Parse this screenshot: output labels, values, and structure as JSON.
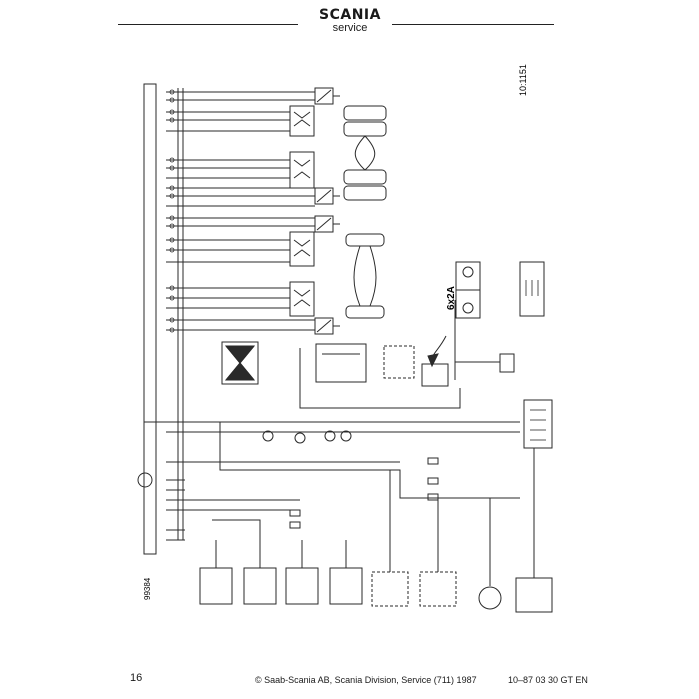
{
  "header": {
    "brand_name": "SCANIA",
    "brand_sub": "service"
  },
  "diagram": {
    "figure_number": "10:1151",
    "axle_config_label": "6x2A",
    "panel_code": "99384"
  },
  "footer": {
    "page_number": "16",
    "copyright": "© Saab-Scania AB, Scania Division, Service (711) 1987",
    "doc_ref": "10–87 03 30 GT EN"
  }
}
